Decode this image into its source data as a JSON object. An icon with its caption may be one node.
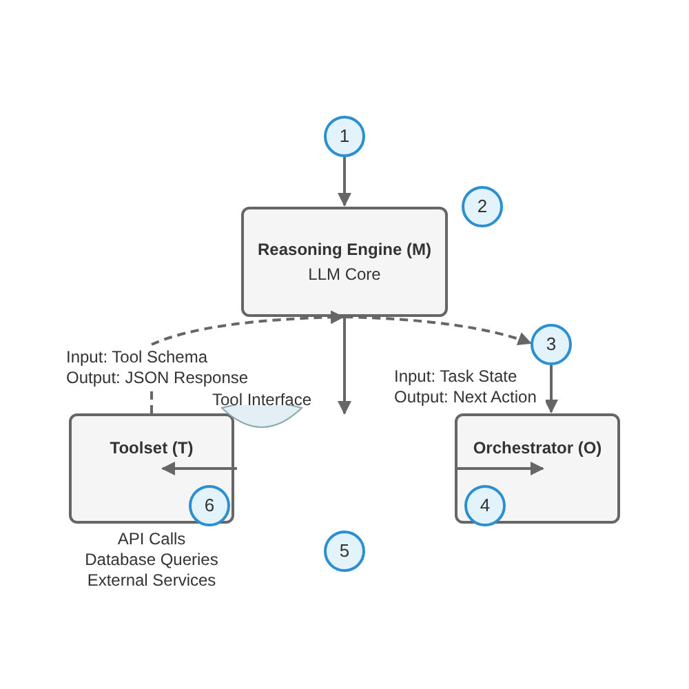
{
  "diagram": {
    "nodes": [
      {
        "text": [
          "1"
        ]
      },
      {
        "text": [
          "Reasoning Engine (M)",
          "LLM Core"
        ]
      },
      {
        "text": [
          "2"
        ]
      },
      {
        "text": [
          "3"
        ]
      },
      {
        "text": [
          "Toolset (T)",
          "API Calls Database Queries External Services"
        ]
      },
      {
        "text": [
          "6"
        ],
        "in": 4
      },
      {
        "text": [
          "Orchestrator (O)"
        ]
      },
      {
        "text": [
          "4"
        ],
        "in": 6
      },
      {
        "text": [
          "5"
        ]
      },
      {
        "text": [
          "Tool Interface"
        ]
      }
    ],
    "edges": [
      {
        "from": 0,
        "to": 1,
        "arrow": "to"
      },
      {
        "from": 1,
        "to": 9,
        "arrow": "to"
      },
      {
        "from": 4,
        "to": 1,
        "arrow": "to",
        "style": "dashed",
        "label": "Input: Tool Schema Output: JSON Response"
      },
      {
        "from": 1,
        "to": 3,
        "arrow": "to",
        "style": "dashed"
      },
      {
        "from": 3,
        "to": 6,
        "arrow": "to",
        "label": "Input: Task State Output: Next Action"
      },
      {
        "from": null,
        "to": 4,
        "arrow": "to"
      },
      {
        "from": 6,
        "to": null,
        "arrow": "to"
      }
    ]
  }
}
